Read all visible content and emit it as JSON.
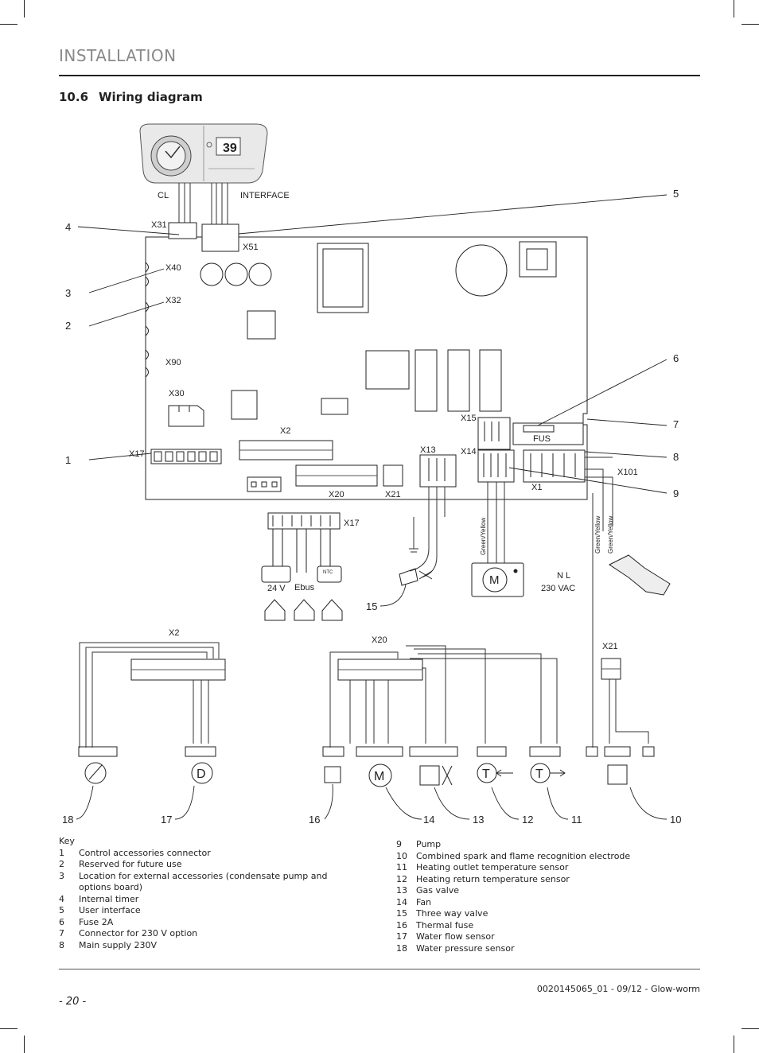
{
  "header": {
    "section": "INSTALLATION"
  },
  "heading": {
    "number": "10.6",
    "title": "Wiring diagram"
  },
  "diagram": {
    "labels": {
      "cl": "CL",
      "interface": "INTERFACE",
      "x31": "X31",
      "x51": "X51",
      "x40": "X40",
      "x32": "X32",
      "x90": "X90",
      "x30": "X30",
      "x17": "X17",
      "x2": "X2",
      "x20": "X20",
      "x21": "X21",
      "x13": "X13",
      "x14": "X14",
      "x15": "X15",
      "fus": "FUS",
      "x1": "X1",
      "x101": "X101",
      "x17b": "X17",
      "v24": "24 V",
      "ebus": "Ebus",
      "ntc": "NTC",
      "nl": "N  L",
      "vac": "230 VAC",
      "gy1": "Green/Yellow",
      "gy2": "Green/Yellow",
      "gy3": "Green/Yellow",
      "x2b": "X2",
      "x20b": "X20",
      "x21b": "X21",
      "display": "39",
      "motor": "M",
      "fan": "M",
      "d": "D",
      "t1": "T",
      "t2": "T"
    },
    "callouts": [
      "1",
      "2",
      "3",
      "4",
      "5",
      "6",
      "7",
      "8",
      "9",
      "10",
      "11",
      "12",
      "13",
      "14",
      "15",
      "16",
      "17",
      "18"
    ]
  },
  "key": {
    "title": "Key",
    "items": [
      {
        "n": "1",
        "t": "Control accessories connector"
      },
      {
        "n": "2",
        "t": "Reserved for future use"
      },
      {
        "n": "3",
        "t": "Location for external accessories (condensate pump and options board)"
      },
      {
        "n": "4",
        "t": "Internal timer"
      },
      {
        "n": "5",
        "t": "User interface"
      },
      {
        "n": "6",
        "t": "Fuse 2A"
      },
      {
        "n": "7",
        "t": "Connector for 230 V option"
      },
      {
        "n": "8",
        "t": "Main supply 230V"
      },
      {
        "n": "9",
        "t": "Pump"
      },
      {
        "n": "10",
        "t": "Combined spark and flame recognition electrode"
      },
      {
        "n": "11",
        "t": "Heating outlet temperature sensor"
      },
      {
        "n": "12",
        "t": "Heating return temperature sensor"
      },
      {
        "n": "13",
        "t": "Gas valve"
      },
      {
        "n": "14",
        "t": "Fan"
      },
      {
        "n": "15",
        "t": "Three way valve"
      },
      {
        "n": "16",
        "t": "Thermal fuse"
      },
      {
        "n": "17",
        "t": "Water flow sensor"
      },
      {
        "n": "18",
        "t": "Water pressure sensor"
      }
    ]
  },
  "footer": {
    "docref": "0020145065_01 - 09/12 - Glow-worm",
    "page": "- 20 -"
  }
}
